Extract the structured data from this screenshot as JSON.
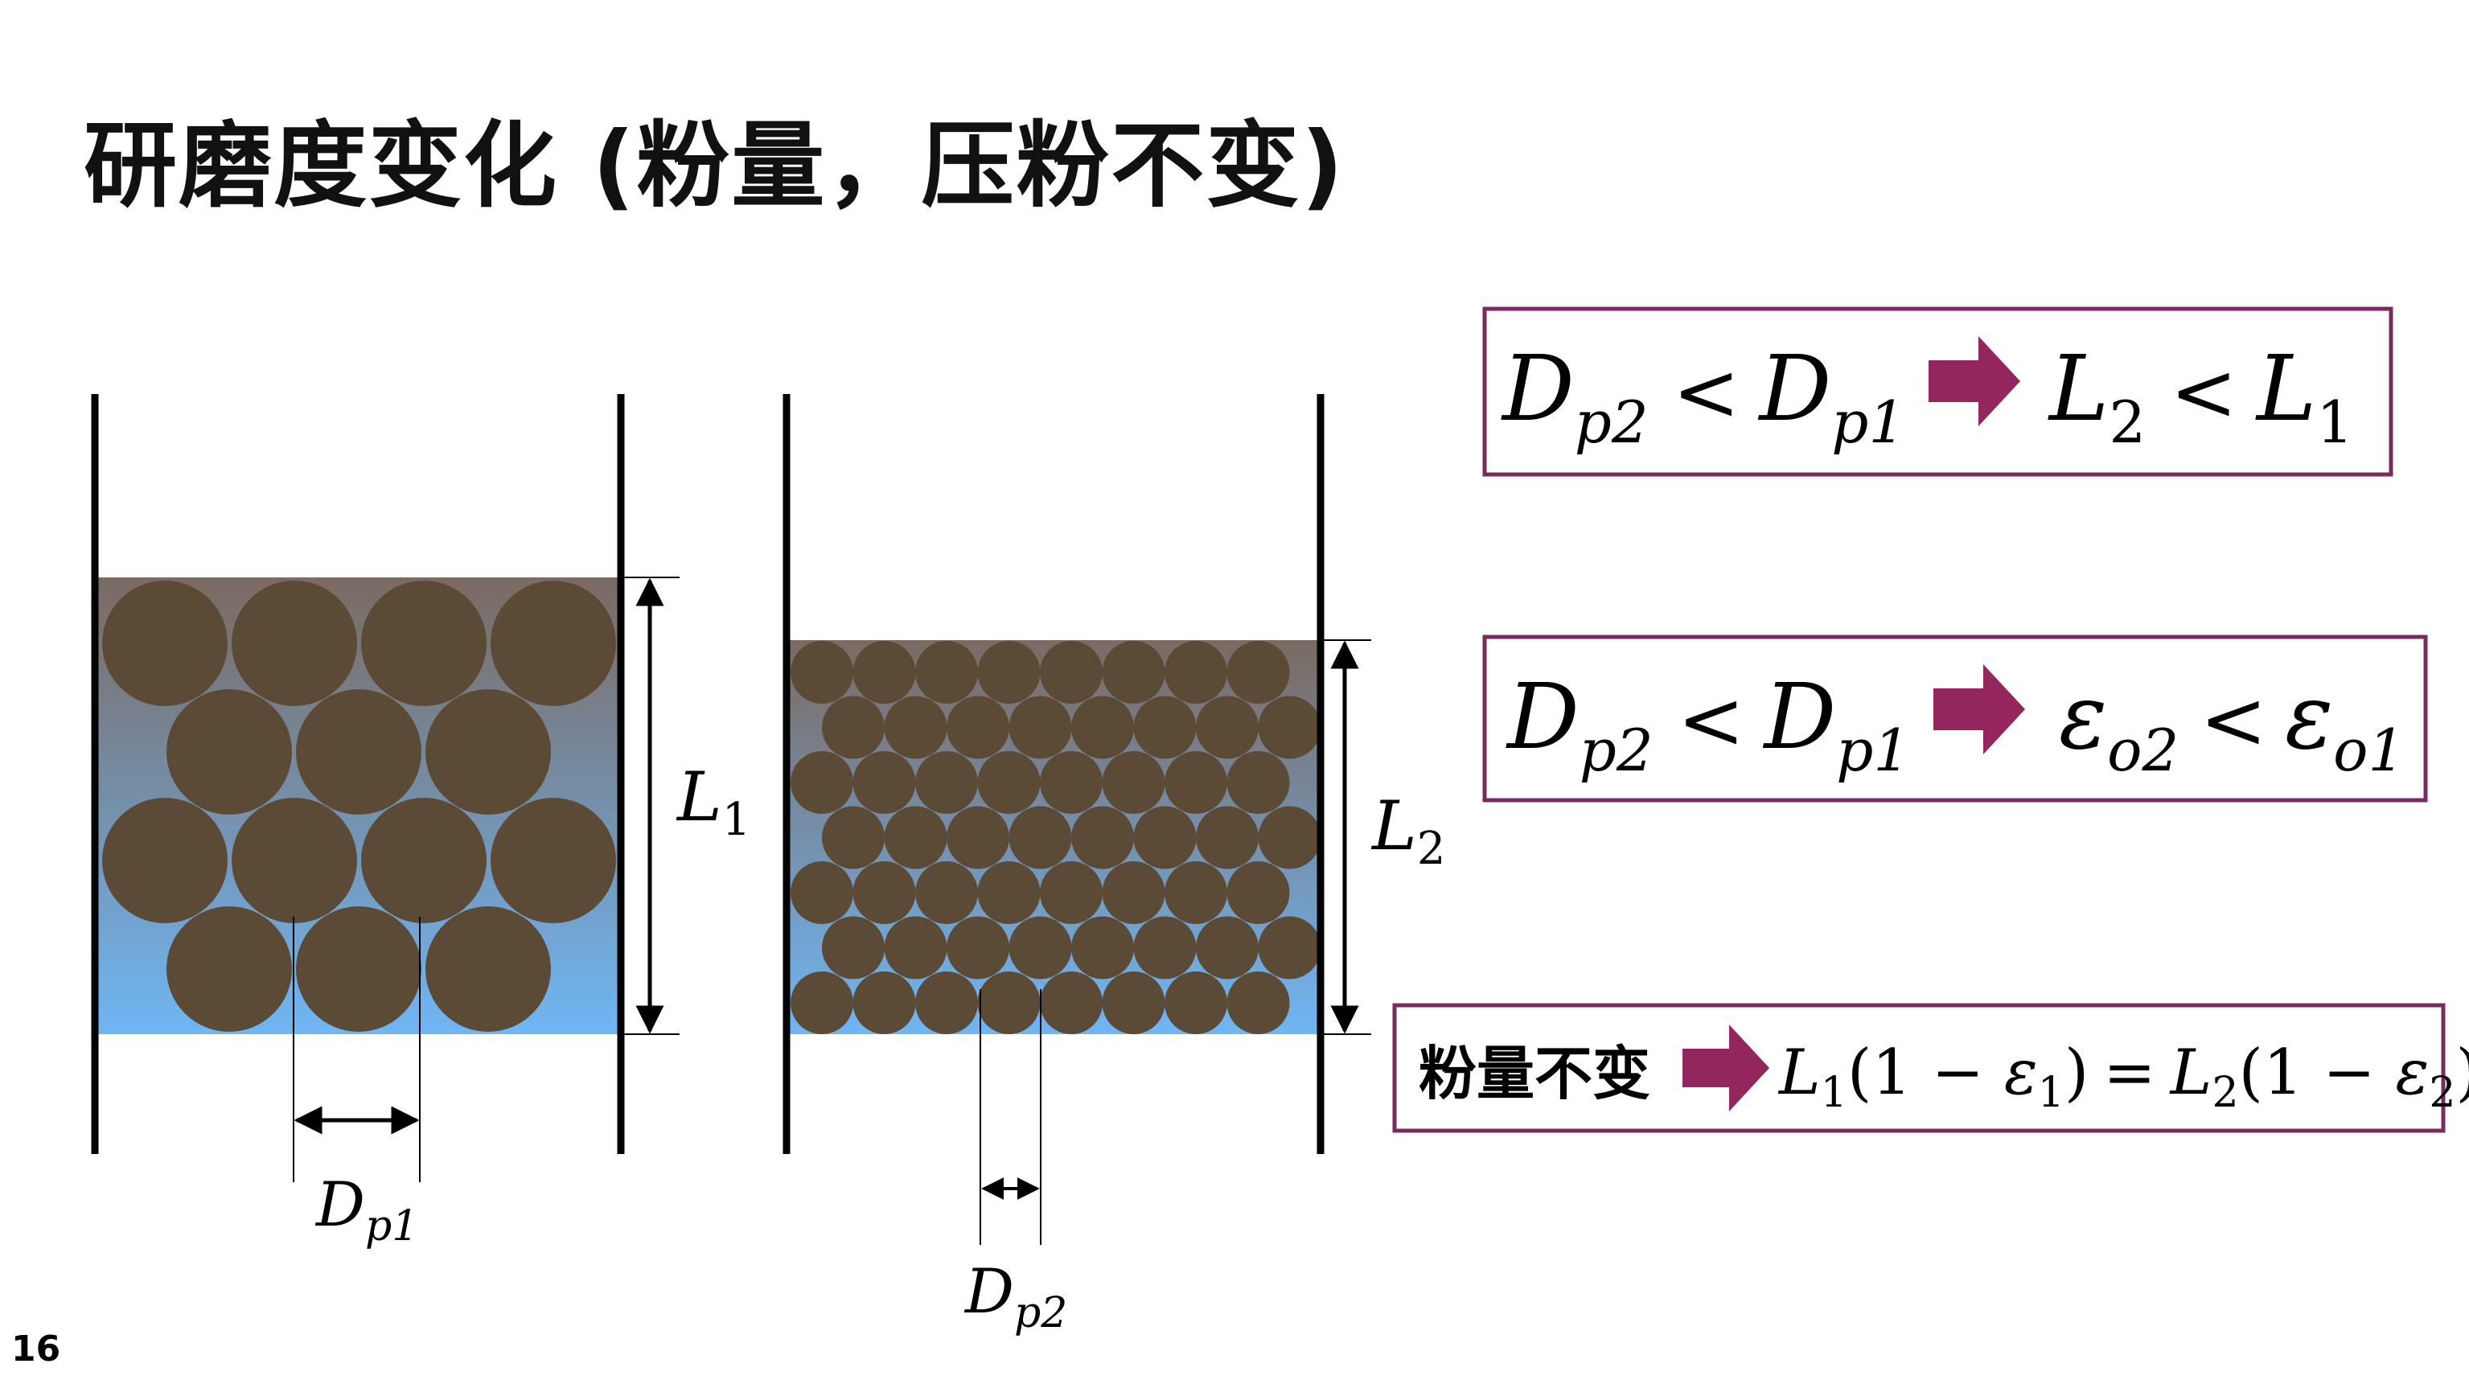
{
  "slide": {
    "title": "研磨度变化 (粉量，压粉不变)",
    "page_number": "16"
  },
  "colors": {
    "particle": "#5b4a35",
    "water_top": "#7b6a62",
    "water_bottom": "#6fb6f4",
    "wall": "#000000",
    "box_border": "#7a2b5e",
    "arrow": "#93265c"
  },
  "bed_left": {
    "length_label": {
      "base": "L",
      "sub": "1"
    },
    "diameter_label": {
      "base": "D",
      "sub": "p1"
    },
    "rows": [
      4,
      3,
      4,
      3
    ]
  },
  "bed_right": {
    "length_label": {
      "base": "L",
      "sub": "2"
    },
    "diameter_label": {
      "base": "D",
      "sub": "p2"
    },
    "rows": [
      8,
      8,
      8,
      8,
      8,
      8,
      8
    ]
  },
  "relations": [
    {
      "name": "diameter-length",
      "lhs": {
        "base": "D",
        "sub": "p2"
      },
      "op": "<",
      "rhs": {
        "base": "D",
        "sub": "p1"
      },
      "arrow": "arrow-right-icon",
      "result_lhs": {
        "base": "L",
        "sub": "2"
      },
      "result_op": "<",
      "result_rhs": {
        "base": "L",
        "sub": "1"
      }
    },
    {
      "name": "diameter-porosity",
      "lhs": {
        "base": "D",
        "sub": "p2"
      },
      "op": "<",
      "rhs": {
        "base": "D",
        "sub": "p1"
      },
      "arrow": "arrow-right-icon",
      "result_lhs": {
        "base": "ε",
        "sub": "o2"
      },
      "result_op": "<",
      "result_rhs": {
        "base": "ε",
        "sub": "o1"
      }
    }
  ],
  "conservation": {
    "condition": "粉量不变",
    "arrow": "arrow-right-icon",
    "L1": "L",
    "L1_sub": "1",
    "one1": "(1 − ",
    "eps1": "ε",
    "eps1_sub": "1",
    "close1": ")",
    "equals": "=",
    "L2": "L",
    "L2_sub": "2",
    "one2": "(1 − ",
    "eps2": "ε",
    "eps2_sub": "2",
    "close2": ")"
  }
}
